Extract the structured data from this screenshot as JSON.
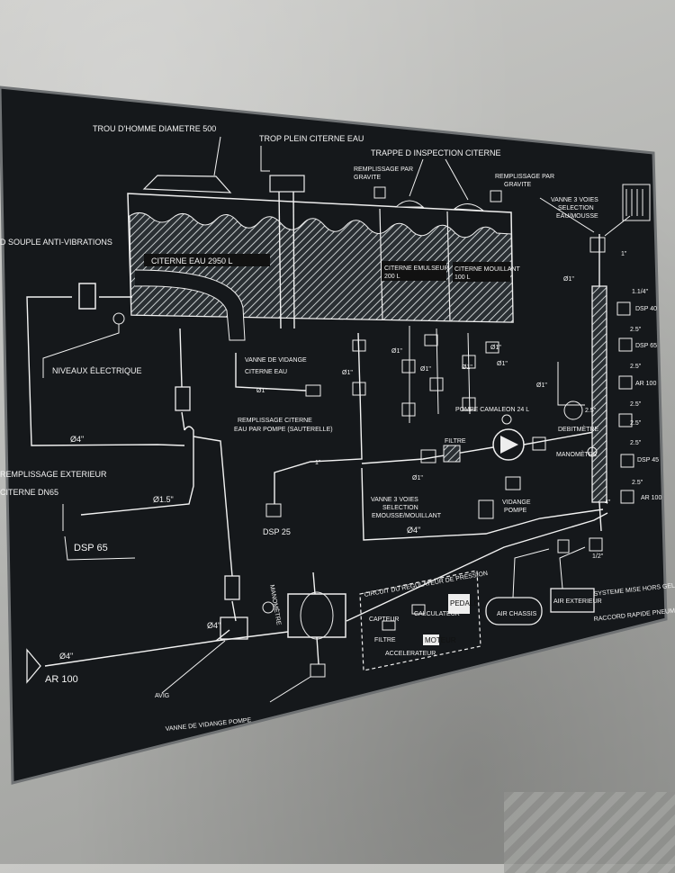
{
  "plate": {
    "labels": {
      "trou_homme": "TROU D'HOMME DIAMETRE 500",
      "trop_plein": "TROP PLEIN CITERNE EAU",
      "trappe": "TRAPPE D INSPECTION CITERNE",
      "remplissage_gravite_1a": "REMPLISSAGE PAR",
      "remplissage_gravite_1b": "GRAVITE",
      "remplissage_gravite_2a": "REMPLISSAGE PAR",
      "remplissage_gravite_2b": "GRAVITE",
      "vanne3_a": "VANNE 3 VOIES",
      "vanne3_b": "SELECTION",
      "vanne3_c": "EAU/MOUSSE",
      "souple": "D SOUPLE ANTI-VIBRATIONS",
      "citerne_eau": "CITERNE EAU 2950 L",
      "citerne_emulseur_a": "CITERNE EMULSEUR",
      "citerne_emulseur_b": "200 L",
      "citerne_mouillant_a": "CITERNE MOUILLANT",
      "citerne_mouillant_b": "100 L",
      "niveaux": "NIVEAUX ÉLECTRIQUE",
      "vidange_citerne_a": "VANNE DE VIDANGE",
      "vidange_citerne_b": "CITERNE EAU",
      "o1_a": "Ø1\"",
      "o1_b": "Ø1\"",
      "o1_c": "Ø1\"",
      "o1_d": "Ø1\"",
      "o1_e": "Ø1\"",
      "o1_f": "Ø1\"",
      "o1_g": "Ø1\"",
      "o1_h": "Ø1\"",
      "o1_i": "Ø1\"",
      "o1_j": "Ø1\"",
      "o4_a": "Ø4\"",
      "o4_b": "Ø4\"",
      "o4_c": "Ø4\"",
      "o4_d": "Ø4\"",
      "o15": "Ø1.5\"",
      "one_in": "1\"",
      "one_in_b": "1\"",
      "pompe_camaleon": "POMPE CAMALEON 24 L",
      "filtre": "FILTRE",
      "remplissage_citerne_a": "REMPLISSAGE CITERNE",
      "remplissage_citerne_b": "EAU PAR POMPE (SAUTERELLE)",
      "remplissage_ext_a": "REMPLISSAGE EXTERIEUR",
      "remplissage_ext_b": "CITERNE DN65",
      "dsp65_left": "DSP 65",
      "dsp25": "DSP 25",
      "vanne3_sel_a": "VANNE 3 VOIES",
      "vanne3_sel_b": "SELECTION",
      "vanne3_sel_c": "EMOUSSE/MOUILLANT",
      "vidange_pompe_a": "VIDANGE",
      "vidange_pompe_b": "POMPE",
      "debitmetre": "DEBITMÈTRE",
      "manometre_r": "MANOMÈTRE",
      "manometre_v": "MANOMÈTRE",
      "size_114": "1.1/4\"",
      "dsp40": "DSP 40",
      "size25_a": "2.5\"",
      "dsp65_r": "DSP 65",
      "size25_b": "2.5\"",
      "ar100_r": "AR 100",
      "size25_c": "2.5\"",
      "size25_d": "2.5\"",
      "size25_e": "2.5\"",
      "dsp45": "DSP 45",
      "size25_f": "2.5\"",
      "ar100_r2": "AR 100",
      "size25_g": "2.5\"",
      "half_in": "1/2\"",
      "four_in": "4\"",
      "circuit_reg": "CIRCUIT DU REGULATEUR DE PRESSION",
      "capteur": "CAPTEUR",
      "filtre2": "FILTRE",
      "calculateur": "CALCULATEUR",
      "accelerateur": "ACCELERATEUR",
      "moteur": "MOTEUR",
      "pedale": "PEDALE",
      "air_chassis": "AIR CHASSIS",
      "air_exterieur": "AIR EXTERIEUR",
      "systeme_mise": "SYSTEME MISE HORS GEL",
      "raccord": "RACCORD RAPIDE PNEUMATIQUE",
      "ar100_left": "AR 100",
      "avig": "AVIG",
      "vidange_pompe_bottom": "VANNE DE VIDANGE POMPE"
    },
    "colors": {
      "board": "#16191c",
      "line": "#f2f2f2",
      "hatch": "#bfc4c6"
    }
  }
}
